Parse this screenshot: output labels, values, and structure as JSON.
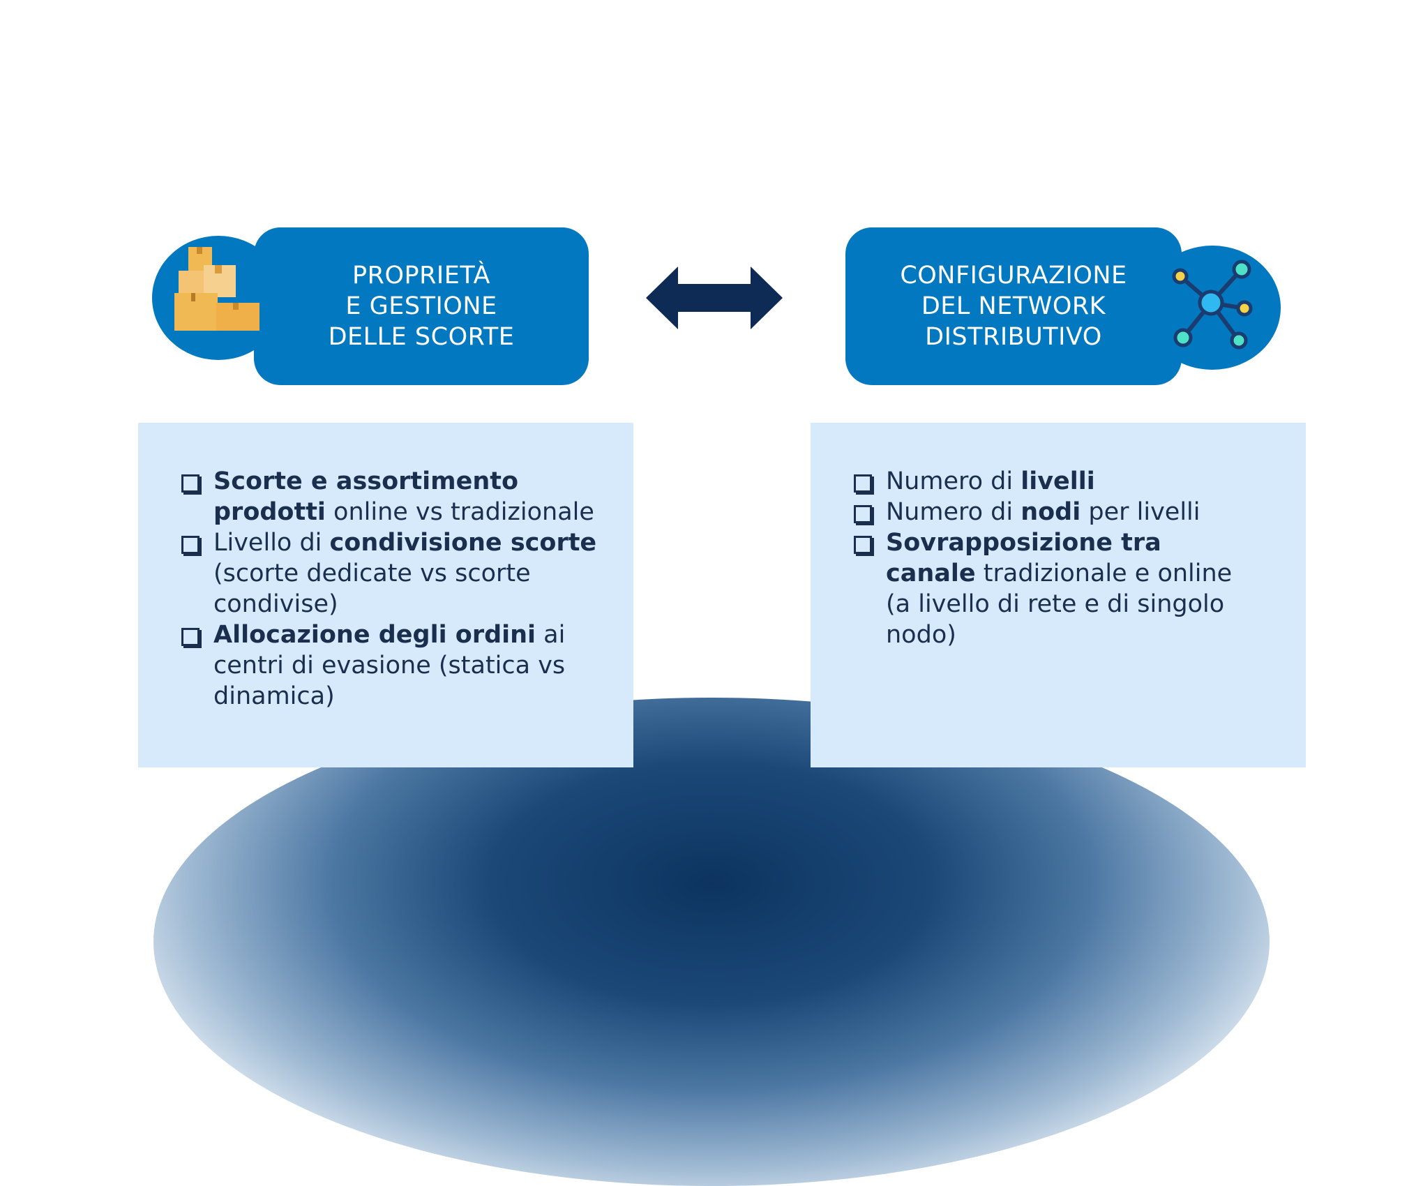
{
  "left_header": {
    "title": "PROPRIETÀ\nE GESTIONE\nDELLE  SCORTE",
    "icon": "boxes-icon"
  },
  "right_header": {
    "title": "CONFIGURAZIONE\nDEL NETWORK\nDISTRIBUTIVO",
    "icon": "network-icon"
  },
  "connector": {
    "icon": "double-arrow-icon",
    "color": "#0d2b55"
  },
  "colors": {
    "pill": "#0178c0",
    "box": "#d7eafb",
    "text": "#1a2e4e"
  },
  "left_list": [
    {
      "parts": [
        {
          "text": "Scorte e assortimento prodotti",
          "bold": true
        },
        {
          "text": " online vs tradizionale",
          "bold": false
        }
      ]
    },
    {
      "parts": [
        {
          "text": "Livello di ",
          "bold": false
        },
        {
          "text": "condivisione scorte",
          "bold": true
        },
        {
          "text": " (scorte dedicate vs scorte condivise)",
          "bold": false
        }
      ]
    },
    {
      "parts": [
        {
          "text": "Allocazione degli ordini",
          "bold": true
        },
        {
          "text": " ai centri di evasione (statica vs dinamica)",
          "bold": false
        }
      ]
    }
  ],
  "right_list": [
    {
      "parts": [
        {
          "text": "Numero di ",
          "bold": false
        },
        {
          "text": "livelli",
          "bold": true
        }
      ]
    },
    {
      "parts": [
        {
          "text": "Numero di ",
          "bold": false
        },
        {
          "text": "nodi",
          "bold": true
        },
        {
          "text": " per livelli",
          "bold": false
        }
      ]
    },
    {
      "parts": [
        {
          "text": "Sovrapposizione tra canale",
          "bold": true
        },
        {
          "text": " tradizionale e online (a livello di rete e di singolo nodo)",
          "bold": false
        }
      ]
    }
  ]
}
